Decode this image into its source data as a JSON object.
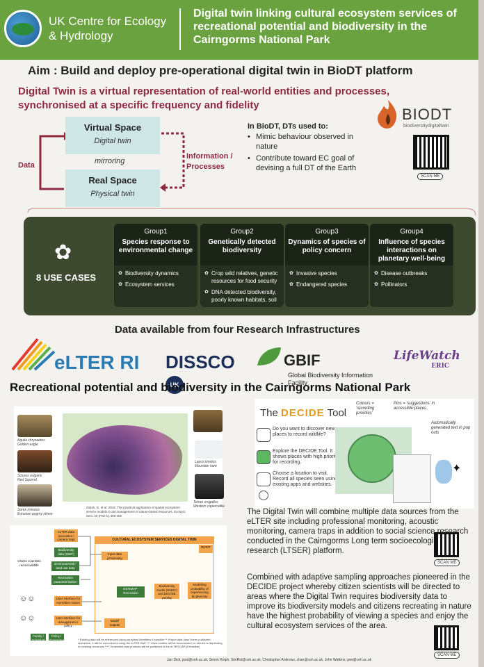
{
  "header": {
    "org_name": "UK Centre for Ecology & Hydrology",
    "title": "Digital twin linking cultural ecosystem services of recreational potential and biodiversity in the Cairngorms National Park"
  },
  "aim": "Aim : Build and deploy pre-operational digital twin in BioDT platform",
  "definition": "Digital Twin is a virtual representation of real-world entities and processes, synchronised at a specific frequency and fidelity",
  "dt_diagram": {
    "virtual_title": "Virtual Space",
    "virtual_sub": "Digital twin",
    "mirroring": "mirroring",
    "real_title": "Real Space",
    "real_sub": "Physical twin",
    "data_label": "Data",
    "info_label": "Information / Processes"
  },
  "biodt_uses": {
    "heading": "In BioDT, DTs used to:",
    "items": [
      "Mimic behaviour observed in nature",
      "Contribute toward EC goal of devising a full DT of the Earth"
    ]
  },
  "biodt_logo": {
    "name": "BIODT",
    "sub": "biodiversitydigitaltwin",
    "scan": "SCAN ME"
  },
  "use_cases": {
    "title": "8 USE CASES",
    "groups": [
      {
        "name": "Group1",
        "desc": "Species response to environmental change",
        "items": [
          "Biodiversity dynamics",
          "Ecosystem services"
        ]
      },
      {
        "name": "Group2",
        "desc": "Genetically detected biodiversity",
        "items": [
          "Crop wild relatives, genetic resources for food security",
          "DNA detected biodiversity, poorly known habitats, soil"
        ]
      },
      {
        "name": "Group3",
        "desc": "Dynamics of species of policy concern",
        "items": [
          "Invasive species",
          "Endangered species"
        ]
      },
      {
        "name": "Group4",
        "desc": "Influence of species interactions on planetary well-being",
        "items": [
          "Disease outbreaks",
          "Pollinators"
        ]
      }
    ]
  },
  "data_available": "Data available from four Research Infrastructures",
  "infrastructures": {
    "elter": "eLTER RI",
    "dissco": "DISSCO",
    "dissco_badge": "UK",
    "gbif": "GBIF",
    "gbif_sub": "Global Biodiversity Information Facility",
    "lifewatch": "LifeWatch",
    "lifewatch_sub": "ERIC"
  },
  "section2_title": "Recreational potential and biodiversity in the Cairngorms National Park",
  "species": [
    {
      "latin": "Aquila chrysaetos",
      "common": "Golden eagle"
    },
    {
      "latin": "Sciurus vulgaris",
      "common": "Red Squirrel"
    },
    {
      "latin": "Sorex minutus",
      "common": "Eurasian pygmy shrew"
    },
    {
      "latin": "Lepus timidus",
      "common": "Mountain hare"
    },
    {
      "latin": "Tetrao urogallus",
      "common": "Western capercaillie"
    }
  ],
  "zulian_ref": "Zulian, G. et al. 2018. The practical application of spatial ecosystem service models to aid management of nature-based resources. Ecosyst. Serv. 29 (Part C) 465-480",
  "decide": {
    "title_pre": "The ",
    "title_word": "DECIDE",
    "title_post": " Tool",
    "steps": [
      "Do you want to discover new places to record wildlife?",
      "Explore the DECIDE Tool. It shows places with high priority for recording.",
      "Choose a location to visit. Record all species seen using existing apps and websites."
    ],
    "note_colours": "Colours = 'recording priorities'",
    "note_pins": "Pins = 'suggestions' in accessible places",
    "note_auto": "Automatically generated text in pop outs"
  },
  "body_text_1": "The Digital Twin will combine multiple data sources from the eLTER site including professional monitoring, acoustic monitoring, camera traps in addition to social science research conducted in the Cairngorms Long term socioecological research (LTSER) platform.",
  "body_text_2": "Combined with adaptive sampling approaches pioneered in the DECIDE project whereby citizen scientists will be directed to areas where the Digital Twin requires biodiversity data to improve its biodiversity models and citizens recreating in nature have the highest probability of viewing a species and enjoy the cultural ecosystem services of the area.",
  "ces_diagram": {
    "head": "CULTURAL ECOSYSTEM SERVICES DIGITAL TWIN",
    "left_boxes": [
      "eLTER data (acoustics / camera trap)",
      "Biodiversity data (GBIF)",
      "Environmental / land use data",
      "Recreation parameterisation",
      "User interface for recreation citizen",
      "User interface for management / policy"
    ],
    "inner_boxes": [
      "Input data processing",
      "ESTIMAP-Recreation",
      "Biodiversity model (HMSC) and DECIDE priority",
      "Modelling probability of experiencing biodiversity",
      "Model outputs"
    ],
    "side_labels": [
      "Citizen scientists record wildlife",
      "Family / Individual",
      "Policy / Government"
    ],
    "footnote": "* Existing data will be referenced using persistent identifiers if possible ** If input data hasn't been published elsewhere, it will be documented using the eLTER DAR *** Used models will be documented or referred to depending on existing resources **** Generated data products will be published in the eLTER DAR (if feasible)"
  },
  "authors": "Jan Dick, jand@ceh.ac.uk, Simon Rolph, SimRol@ceh.ac.uk, Christopher Andrews, chan@ceh.ac.uk, John Watkins, jww@ceh.ac.uk",
  "colors": {
    "header_green": "#6aa23f",
    "accent_maroon": "#8e2a40",
    "panel_dark": "#3e4a30",
    "box_teal": "#cfe6e6",
    "decide_orange": "#e29a21"
  }
}
